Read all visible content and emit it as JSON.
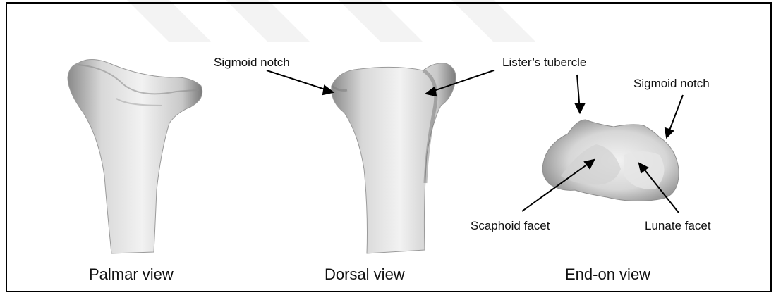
{
  "labels": {
    "sigmoid_notch_dorsal": "Sigmoid notch",
    "listers_tubercle": "Lister’s tubercle",
    "sigmoid_notch_endon": "Sigmoid notch",
    "scaphoid_facet": "Scaphoid facet",
    "lunate_facet": "Lunate facet"
  },
  "captions": {
    "palmar": "Palmar view",
    "dorsal": "Dorsal view",
    "end_on": "End-on view"
  },
  "colors": {
    "bone_light": "#e8e8e8",
    "bone_mid": "#bdbdbd",
    "bone_dark": "#6e6e6e",
    "border": "#000000",
    "watermark": "#f1f1f1"
  }
}
